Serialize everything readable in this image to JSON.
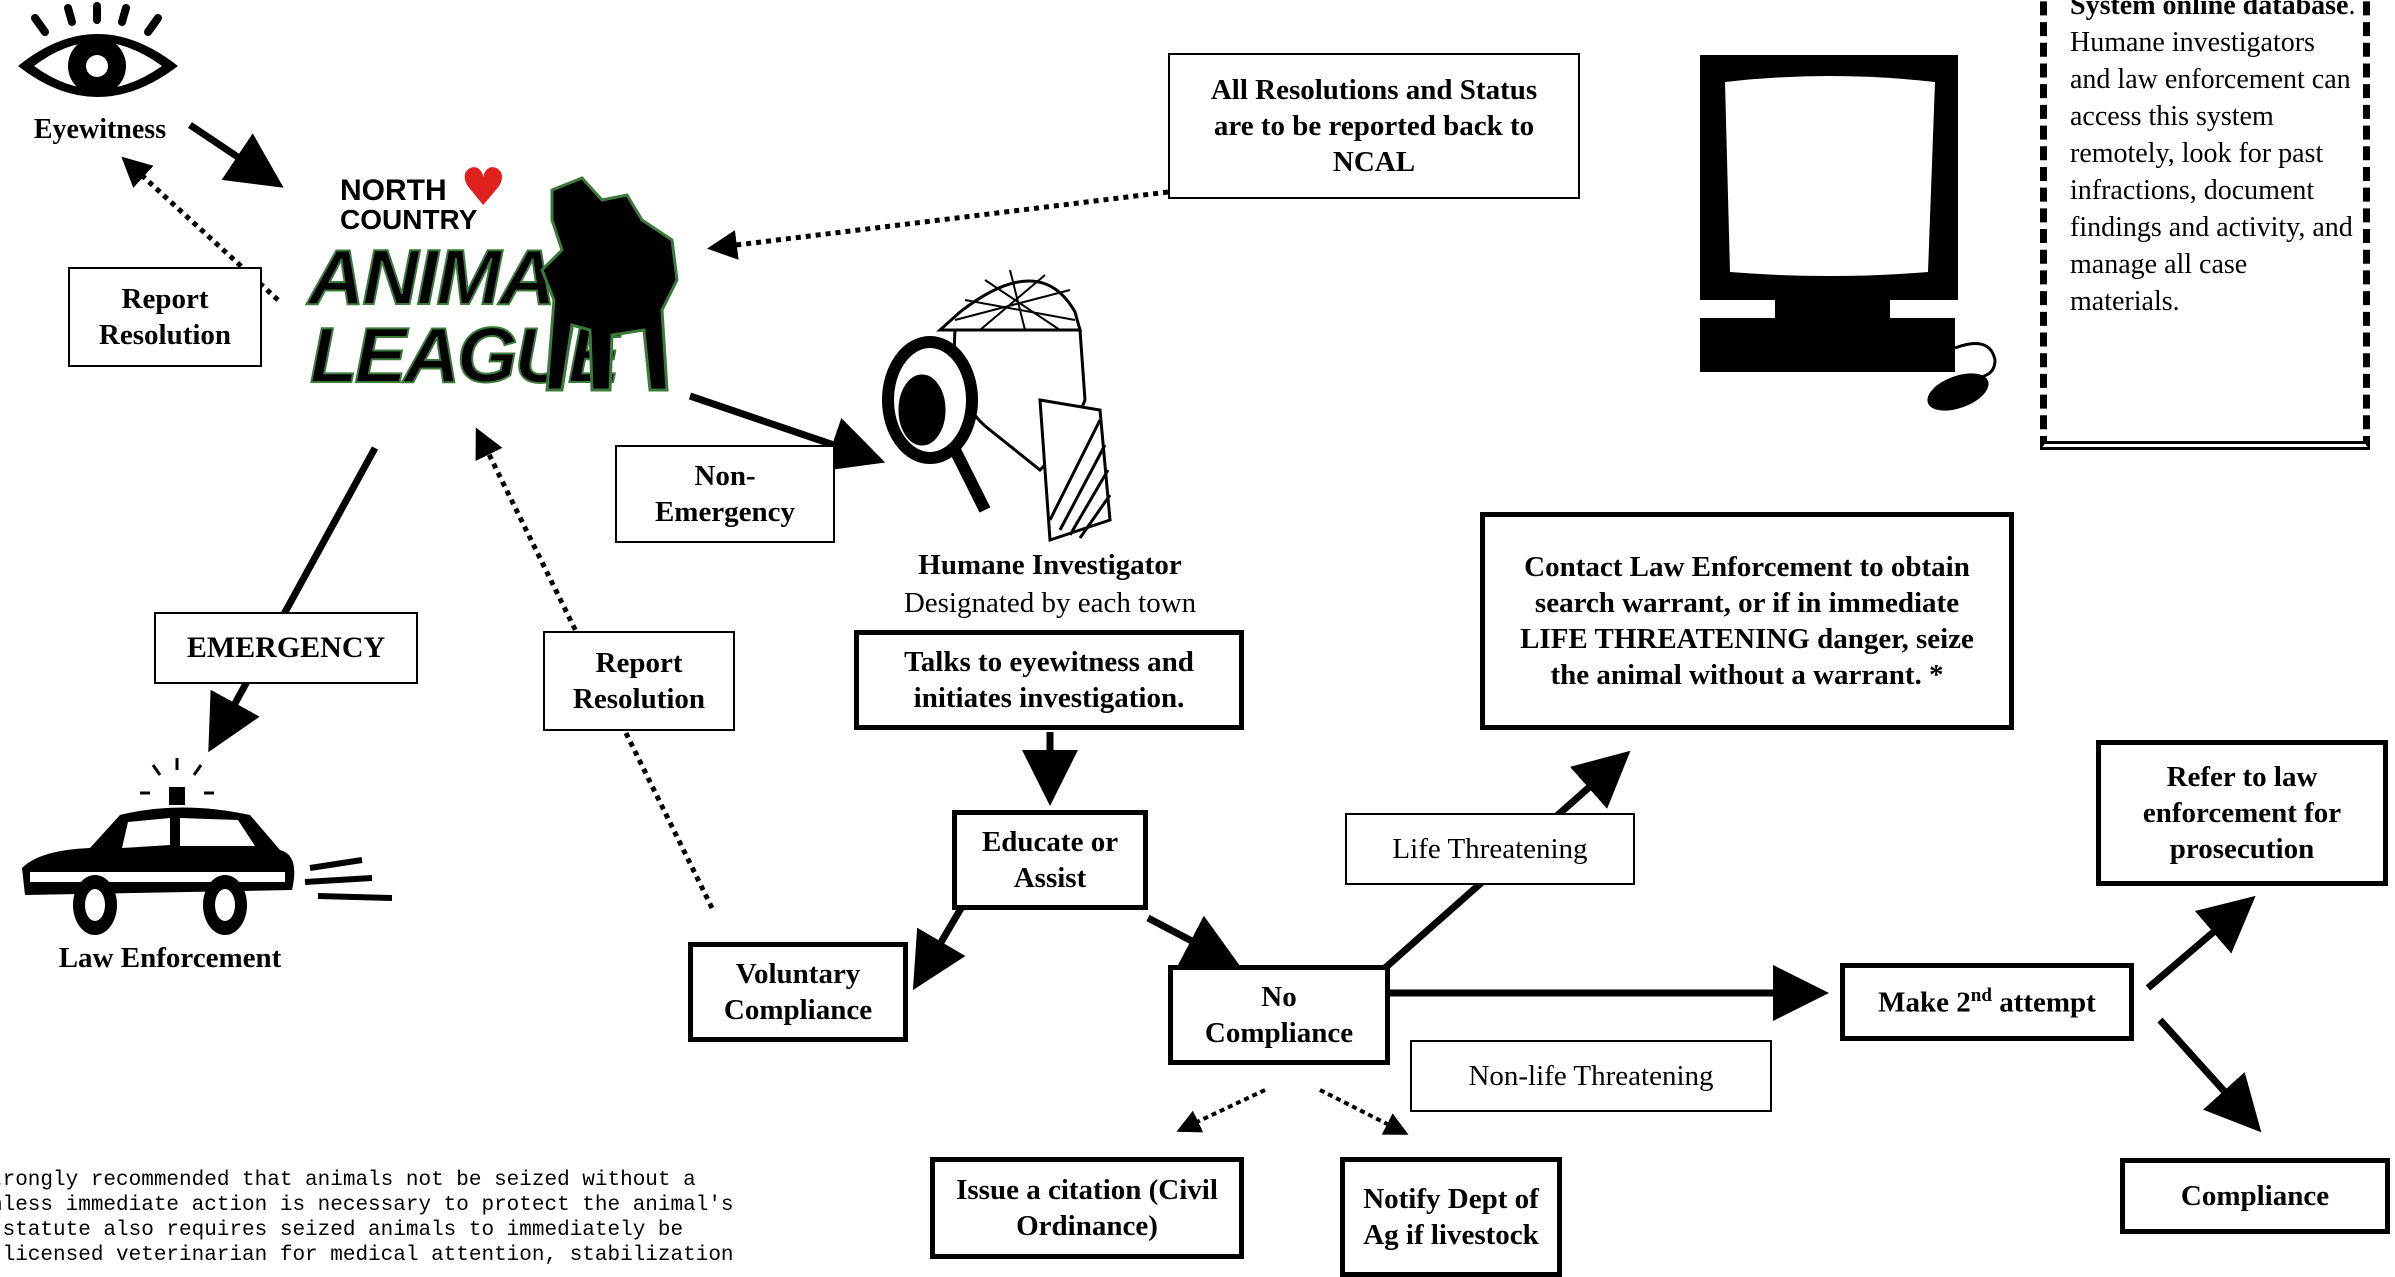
{
  "nodes": {
    "eyewitness": "Eyewitness",
    "ncal_logo": {
      "line1": "NORTH",
      "line2": "COUNTRY",
      "line3": "ANIMAL",
      "line4": "LEAGUE"
    },
    "report_resolution_1": "Report Resolution",
    "report_resolution_2": "Report Resolution",
    "all_resolutions": "All Resolutions and Status are to be reported back to NCAL",
    "non_emergency": "Non-Emergency",
    "emergency": "EMERGENCY",
    "law_enforcement": "Law Enforcement",
    "humane_investigator": "Humane Investigator",
    "humane_investigator_sub": "Designated by each town",
    "talks_to_eyewitness": "Talks to eyewitness and initiates investigation.",
    "educate_or_assist": "Educate or Assist",
    "voluntary_compliance": "Voluntary Compliance",
    "no_compliance": "No Compliance",
    "life_threatening": "Life Threatening",
    "non_life_threatening": "Non-life Threatening",
    "contact_law_enforcement": "Contact Law Enforcement to obtain search warrant, or if in immediate LIFE THREATENING danger, seize the animal without a warrant. *",
    "make_second_attempt_pre": "Make 2",
    "make_second_attempt_sup": "nd",
    "make_second_attempt_post": " attempt",
    "refer_to_law_enforcement": "Refer to law enforcement for prosecution",
    "compliance": "Compliance",
    "issue_citation": "Issue a citation (Civil Ordinance)",
    "notify_dept_ag": "Notify Dept of Ag if livestock"
  },
  "database_box": {
    "bold_text": "Cruelty Response System online database",
    "text": ". Humane investigators and law enforcement can access this system remotely, look for past infractions, document findings and activity, and manage all case materials."
  },
  "footnote": {
    "line1": "trongly recommended that animals not be seized without a",
    "line2": "nless immediate action is necessary to protect the animal's",
    " line3": " statute also requires seized animals to immediately be",
    "line4": " licensed veterinarian for medical attention, stabilization"
  },
  "colors": {
    "heart": "#e0201c",
    "ink": "#000000",
    "logo_green_outline": "#3c7a3c"
  }
}
